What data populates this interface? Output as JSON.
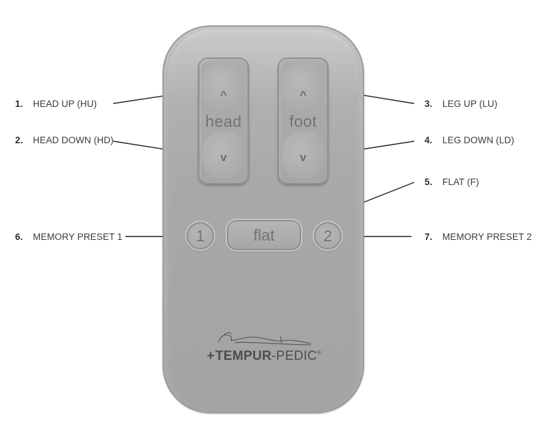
{
  "remote": {
    "head_rocker": {
      "label": "head",
      "up_symbol": "^",
      "down_symbol": "v"
    },
    "foot_rocker": {
      "label": "foot",
      "up_symbol": "^",
      "down_symbol": "v"
    },
    "preset1_label": "1",
    "flat_label": "flat",
    "preset2_label": "2",
    "brand": {
      "plus": "+",
      "name": "TEMPUR",
      "suffix": "-PEDIC",
      "mark": "®"
    }
  },
  "callouts": [
    {
      "num": "1.",
      "text": "HEAD UP (HU)"
    },
    {
      "num": "2.",
      "text": "HEAD DOWN (HD)"
    },
    {
      "num": "3.",
      "text": "LEG UP (LU)"
    },
    {
      "num": "4.",
      "text": "LEG DOWN (LD)"
    },
    {
      "num": "5.",
      "text": "FLAT (F)"
    },
    {
      "num": "6.",
      "text": "MEMORY PRESET 1"
    },
    {
      "num": "7.",
      "text": "MEMORY PRESET 2"
    }
  ],
  "colors": {
    "remote_body": "#a9a9ab",
    "button_text": "#737375",
    "callout_text": "#3a3a3a"
  }
}
